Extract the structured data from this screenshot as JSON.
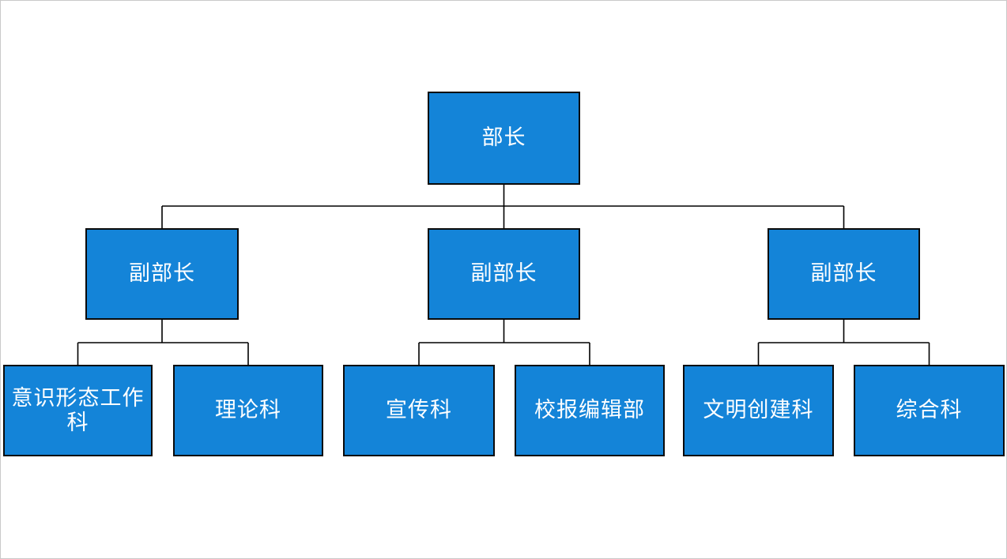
{
  "diagram": {
    "type": "org-chart",
    "colors": {
      "background": "#ffffff",
      "node_fill": "#1484d8",
      "node_border": "#0a0a0a",
      "node_text": "#ffffff",
      "connector": "#000000"
    },
    "nodes": [
      {
        "id": "minister",
        "label": "部长",
        "level": 1,
        "parent": null
      },
      {
        "id": "deputy-1",
        "label": "副部长",
        "level": 2,
        "parent": "minister"
      },
      {
        "id": "deputy-2",
        "label": "副部长",
        "level": 2,
        "parent": "minister"
      },
      {
        "id": "deputy-3",
        "label": "副部长",
        "level": 2,
        "parent": "minister"
      },
      {
        "id": "ideology-work-section",
        "label": "意识形态工作科",
        "level": 3,
        "parent": "deputy-1"
      },
      {
        "id": "theory-section",
        "label": "理论科",
        "level": 3,
        "parent": "deputy-1"
      },
      {
        "id": "publicity-section",
        "label": "宣传科",
        "level": 3,
        "parent": "deputy-2"
      },
      {
        "id": "newspaper-editorial-dept",
        "label": "校报编辑部",
        "level": 3,
        "parent": "deputy-2"
      },
      {
        "id": "civilization-section",
        "label": "文明创建科",
        "level": 3,
        "parent": "deputy-3"
      },
      {
        "id": "general-section",
        "label": "综合科",
        "level": 3,
        "parent": "deputy-3"
      }
    ]
  }
}
